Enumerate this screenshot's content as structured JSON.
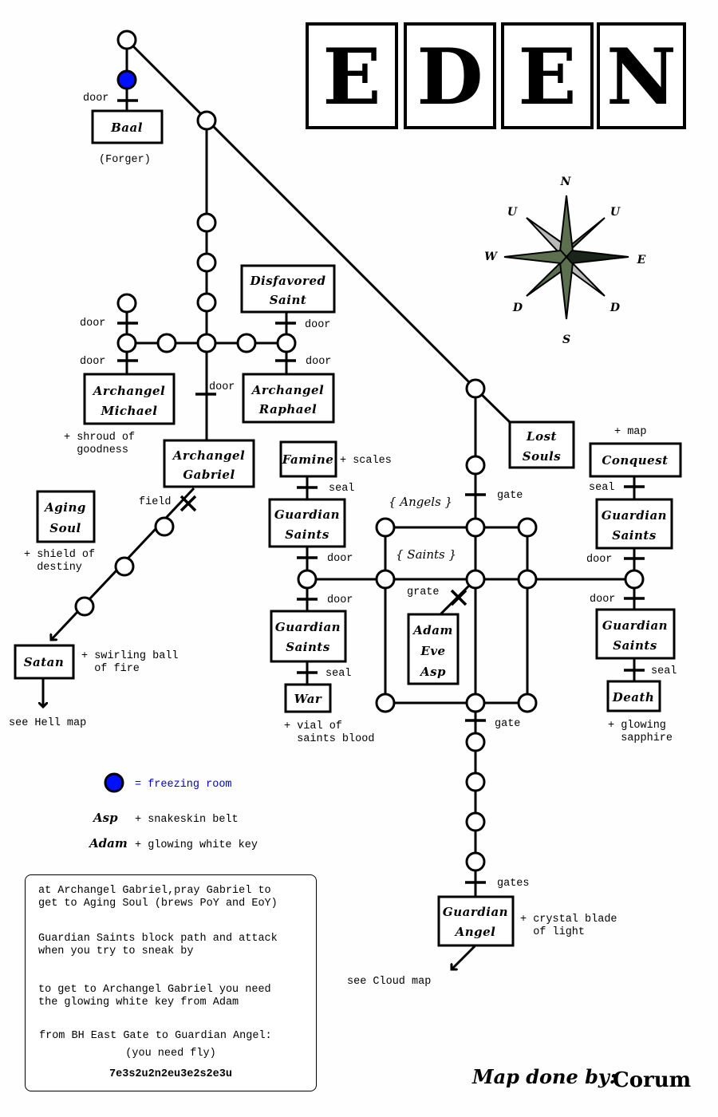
{
  "title": "EDEN",
  "title_letters": [
    "E",
    "D",
    "E",
    "N"
  ],
  "compass": {
    "n": "N",
    "s": "S",
    "e": "E",
    "w": "W",
    "nw": "U",
    "ne": "U",
    "sw": "D",
    "se": "D"
  },
  "rooms": {
    "baal": [
      "Baal"
    ],
    "disfavored_saint": [
      "Disfavored",
      "Saint"
    ],
    "archangel_michael": [
      "Archangel",
      "Michael"
    ],
    "archangel_raphael": [
      "Archangel",
      "Raphael"
    ],
    "archangel_gabriel": [
      "Archangel",
      "Gabriel"
    ],
    "aging_soul": [
      "Aging",
      "Soul"
    ],
    "satan": [
      "Satan"
    ],
    "famine": [
      "Famine"
    ],
    "guardian_saints_w1": [
      "Guardian",
      "Saints"
    ],
    "guardian_saints_w2": [
      "Guardian",
      "Saints"
    ],
    "war": [
      "War"
    ],
    "lost_souls": [
      "Lost",
      "Souls"
    ],
    "conquest": [
      "Conquest"
    ],
    "guardian_saints_e1": [
      "Guardian",
      "Saints"
    ],
    "guardian_saints_e2": [
      "Guardian",
      "Saints"
    ],
    "death": [
      "Death"
    ],
    "adam_eve_asp": [
      "Adam",
      "Eve",
      "Asp"
    ],
    "guardian_angel": [
      "Guardian",
      "Angel"
    ]
  },
  "groups": {
    "angels": "{ Angels }",
    "saints": "{ Saints }"
  },
  "labels": {
    "baal_door": "door",
    "forger": "(Forger)",
    "michael_door_up": "door",
    "michael_door_down": "door",
    "gabriel_door": "door",
    "disfavored_door": "door",
    "raphael_door": "door",
    "shroud_1": "+ shroud of",
    "shroud_2": "  goodness",
    "field": "field",
    "shield_1": "+ shield of",
    "shield_2": "  destiny",
    "fire_1": "+ swirling ball",
    "fire_2": "  of fire",
    "hell": "see Hell map",
    "scales": "+ scales",
    "seal_w1": "seal",
    "door_w1": "door",
    "door_w2": "door",
    "seal_w2": "seal",
    "vial_1": "+ vial of",
    "vial_2": "  saints blood",
    "gate_top": "gate",
    "grate": "grate",
    "gate_bottom": "gate",
    "map_item": "+ map",
    "seal_e1": "seal",
    "door_e1": "door",
    "door_e2": "door",
    "seal_e2": "seal",
    "sapphire_1": "+ glowing",
    "sapphire_2": "  sapphire",
    "gates": "gates",
    "blade_1": "+ crystal blade",
    "blade_2": "  of light",
    "cloud": "see Cloud map"
  },
  "legend": {
    "freezing": "= freezing room",
    "freeze_color": "#0010ff",
    "asp_name": "Asp",
    "asp_item": "+ snakeskin belt",
    "adam_name": "Adam",
    "adam_item": "+ glowing white key"
  },
  "notes": {
    "p1_l1": "at Archangel Gabriel,pray Gabriel to",
    "p1_l2": "get to Aging Soul (brews PoY and EoY)",
    "p2_l1": "Guardian Saints block path and attack",
    "p2_l2": "when you try to sneak by",
    "p3_l1": "to get to Archangel Gabriel you need",
    "p3_l2": "the glowing white key from Adam",
    "p4_l1": "from BH East Gate to Guardian Angel:",
    "p4_l2": "(you need fly)",
    "path": "7e3s2u2n2eu3e2s2e3u"
  },
  "credit": {
    "label": "Map done by:",
    "author": "Corum"
  }
}
